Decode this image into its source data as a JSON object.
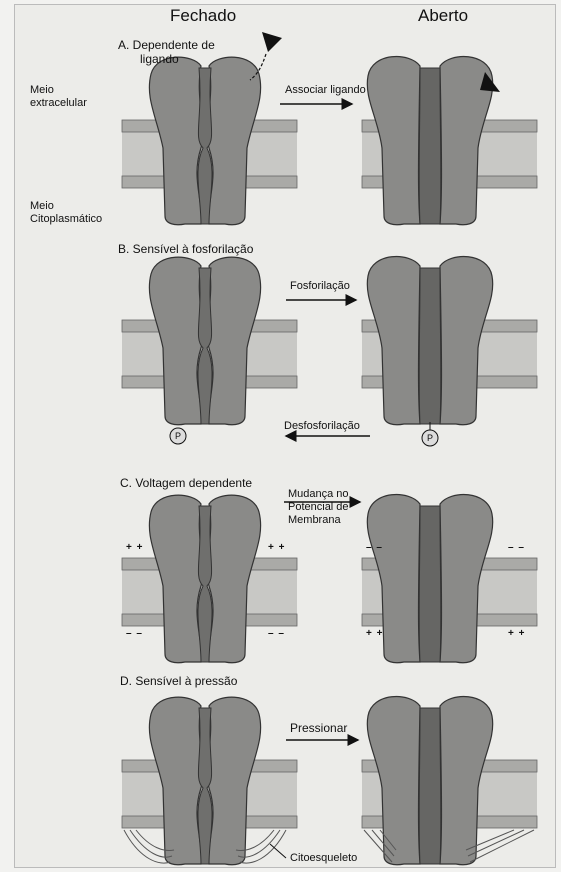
{
  "headers": {
    "closed": "Fechado",
    "open": "Aberto"
  },
  "side_labels": {
    "extracellular": [
      "Meio",
      "extracelular"
    ],
    "cytoplasmic": [
      "Meio",
      "Citoplasmático"
    ]
  },
  "sections": [
    {
      "id": "A",
      "title": [
        "A. Dependente de",
        "ligando"
      ],
      "forward_label": [
        "Associar ligando"
      ]
    },
    {
      "id": "B",
      "title": [
        "B. Sensível à fosforilação"
      ],
      "forward_label": [
        "Fosforilação"
      ],
      "reverse_label": [
        "Desfosforilação"
      ],
      "phosphate": "P"
    },
    {
      "id": "C",
      "title": [
        "C. Voltagem dependente"
      ],
      "forward_label": [
        "Mudança no",
        "Potencial de",
        "Membrana"
      ],
      "charges": {
        "positive": "+ +",
        "negative": "– –"
      }
    },
    {
      "id": "D",
      "title": [
        "D. Sensível à pressão"
      ],
      "forward_label": [
        "Pressionar"
      ],
      "cytoskeleton_label": "Citoesqueleto"
    }
  ]
}
